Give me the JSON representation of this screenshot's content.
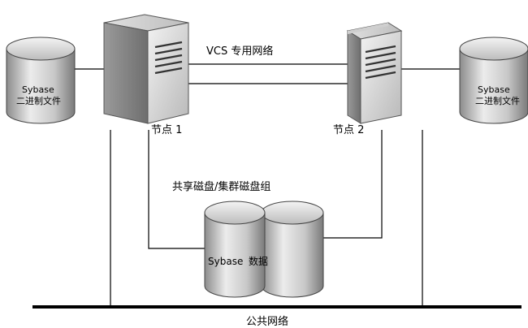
{
  "vcs_network_label": "VCS 专用网络",
  "node1": {
    "label": "节点 1"
  },
  "node2": {
    "label": "节点 2"
  },
  "left_db": {
    "line1": "Sybase",
    "line2": "二进制文件"
  },
  "right_db": {
    "line1": "Sybase",
    "line2": "二进制文件"
  },
  "shared_storage_label": "共享磁盘/集群磁盘组",
  "shared_db": {
    "line1": "Sybase",
    "line2": "数据"
  },
  "public_network_label": "公共网络",
  "colors": {
    "cylinder_fill": "#d4d4d4",
    "server_front": "#d9d9d9",
    "server_side": "#a8a8a8",
    "line": "#000000"
  }
}
